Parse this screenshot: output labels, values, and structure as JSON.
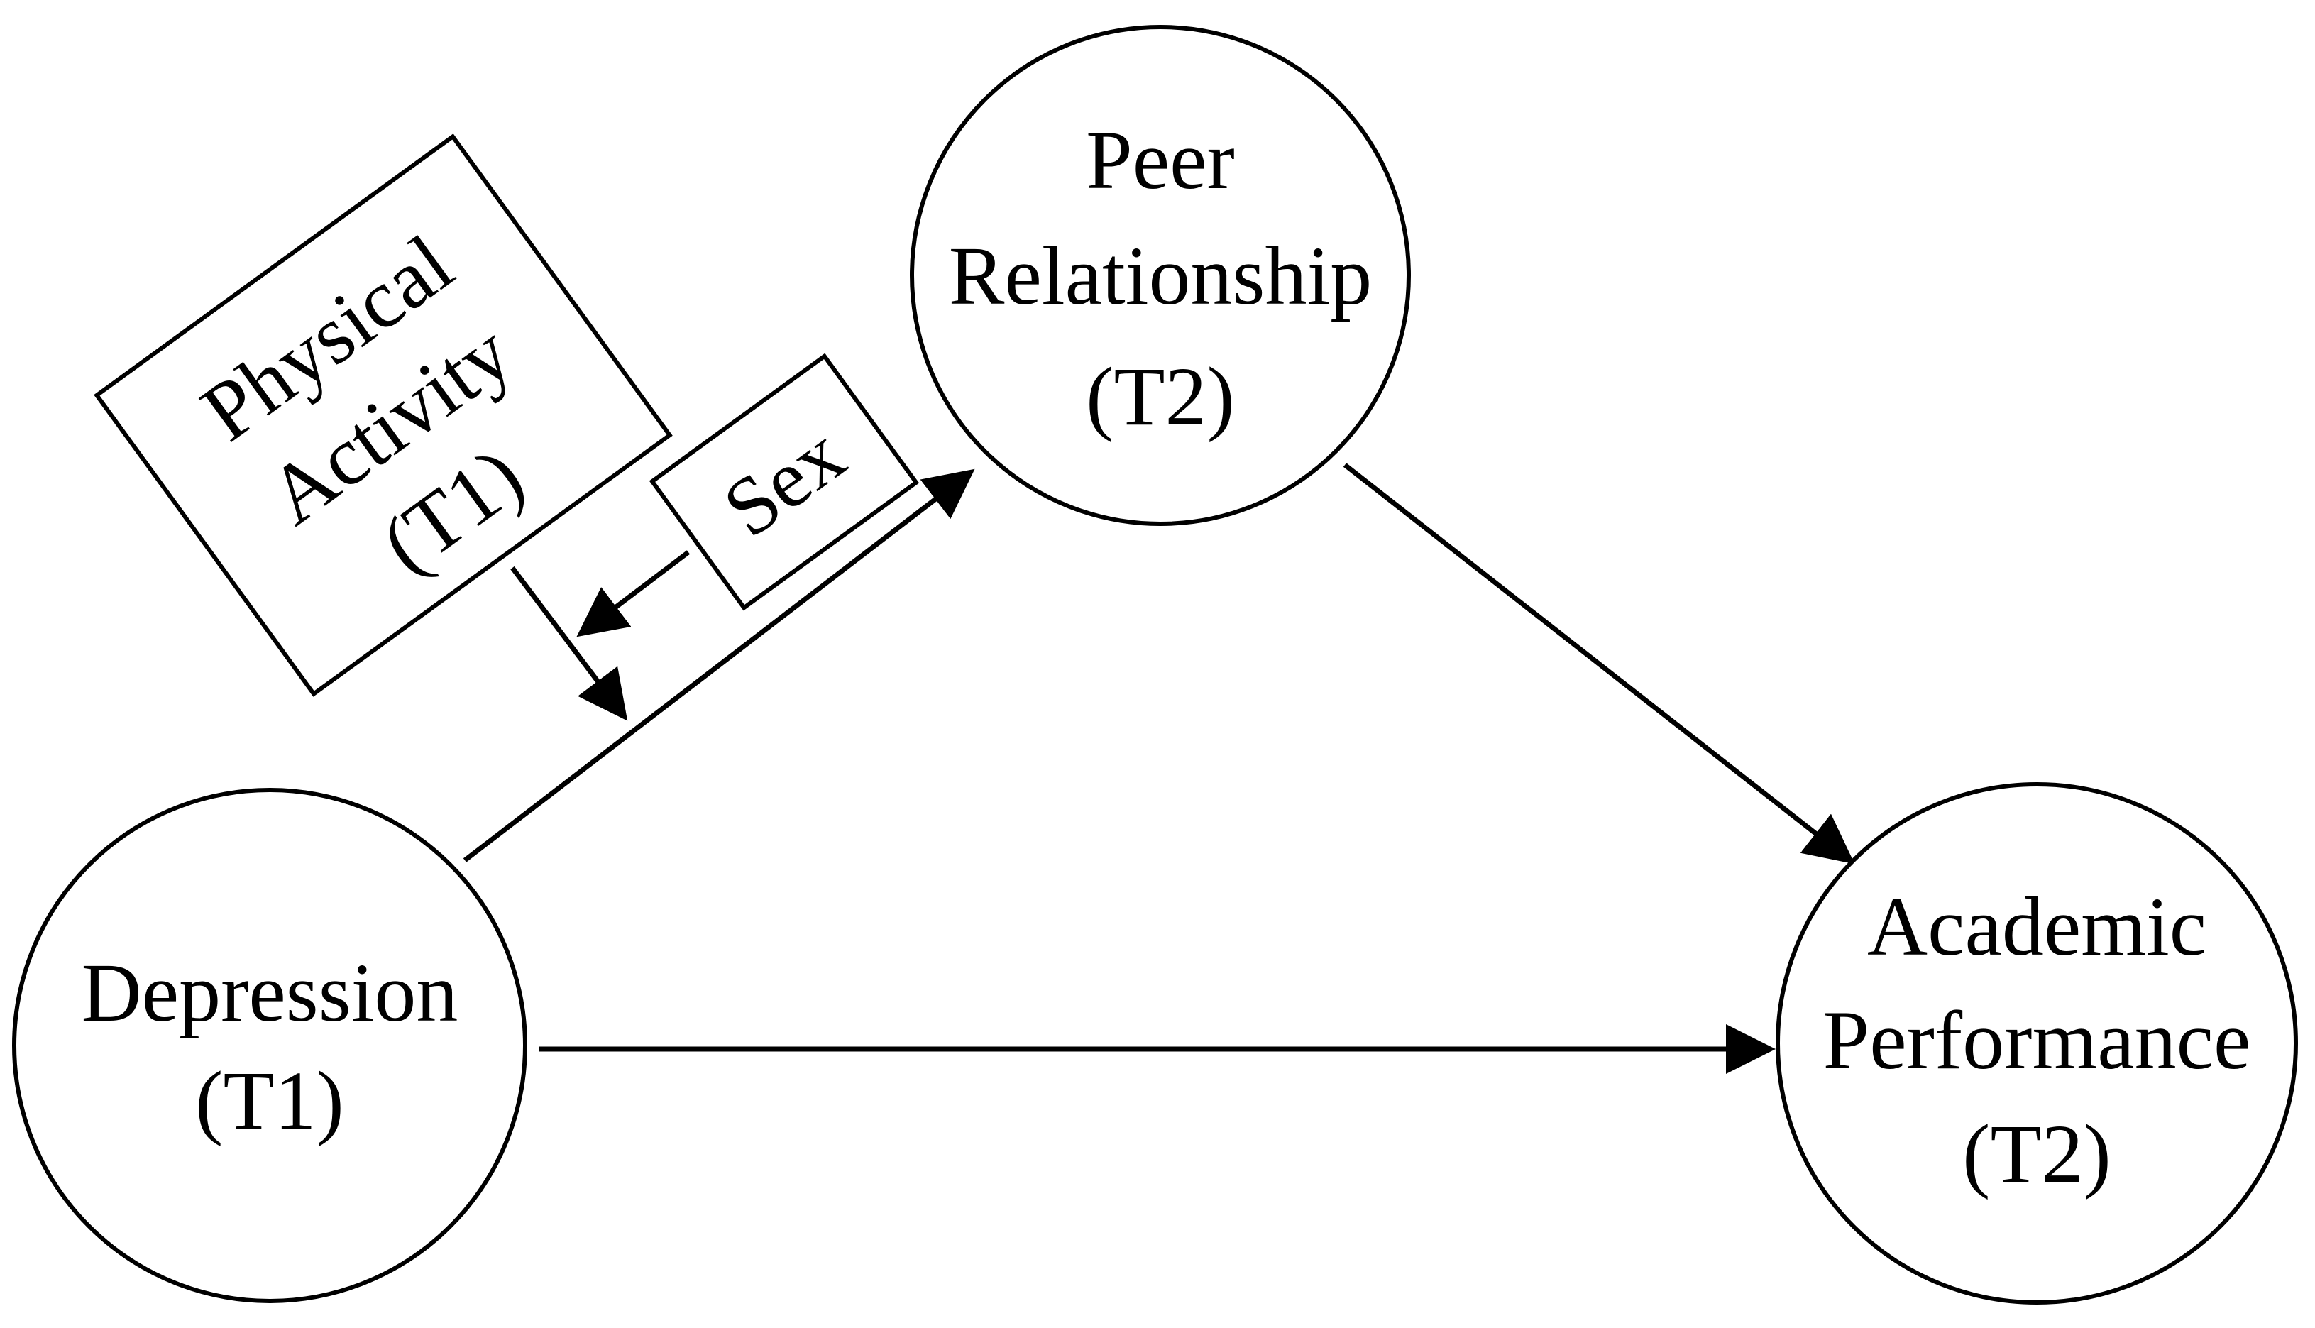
{
  "nodes": {
    "depression": {
      "line1": "Depression",
      "line2": "(T1)"
    },
    "peer_relationship": {
      "line1": "Peer",
      "line2": "Relationship",
      "line3": "(T2)"
    },
    "academic_performance": {
      "line1": "Academic",
      "line2": "Performance",
      "line3": "(T2)"
    },
    "physical_activity": {
      "line1": "Physical",
      "line2": "Activity",
      "line3": "(T1)"
    },
    "sex": {
      "label": "Sex"
    }
  },
  "edges": [
    {
      "from": "Depression (T1)",
      "to": "Peer Relationship (T2)"
    },
    {
      "from": "Peer Relationship (T2)",
      "to": "Academic Performance (T2)"
    },
    {
      "from": "Depression (T1)",
      "to": "Academic Performance (T2)"
    },
    {
      "from": "Physical Activity (T1)",
      "to": "Depression (T1) → Peer Relationship (T2) path"
    },
    {
      "from": "Sex",
      "to": "Physical Activity (T1) moderation path"
    }
  ],
  "colors": {
    "stroke": "#000000",
    "background": "#ffffff"
  }
}
